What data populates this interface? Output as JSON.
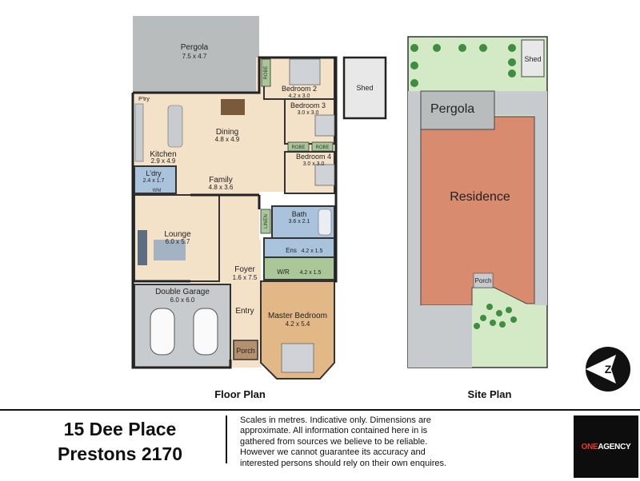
{
  "floor_plan": {
    "caption": "Floor Plan",
    "rooms": {
      "pergola": {
        "name": "Pergola",
        "dims": "7.5 x 4.7"
      },
      "bedroom2": {
        "name": "Bedroom 2",
        "dims": "4.2 x 3.0"
      },
      "bedroom3": {
        "name": "Bedroom 3",
        "dims": "3.0 x 3.0"
      },
      "bedroom4": {
        "name": "Bedroom 4",
        "dims": "3.0 x 3.0"
      },
      "pantry": {
        "name": "P'try"
      },
      "dining": {
        "name": "Dining",
        "dims": "4.8 x 4.9"
      },
      "kitchen": {
        "name": "Kitchen",
        "dims": "2.9 x 4.9"
      },
      "laundry": {
        "name": "L'dry",
        "dims": "2.4 x 1.7"
      },
      "family": {
        "name": "Family",
        "dims": "4.8 x 3.6"
      },
      "bath": {
        "name": "Bath",
        "dims": "3.6 x 2.1"
      },
      "ensuite": {
        "name": "Ens",
        "dims": "4.2 x 1.5"
      },
      "lounge": {
        "name": "Lounge",
        "dims": "6.0 x 5.7"
      },
      "foyer": {
        "name": "Foyer",
        "dims": "1.6 x 7.5"
      },
      "walkin": {
        "name": "W/R",
        "dims": "4.2 x 1.5"
      },
      "garage": {
        "name": "Double Garage",
        "dims": "6.0 x 6.0"
      },
      "entry": {
        "name": "Entry"
      },
      "master": {
        "name": "Master Bedroom",
        "dims": "4.2 x 5.4"
      },
      "porch": {
        "name": "Porch"
      },
      "shed": {
        "name": "Shed"
      }
    },
    "small_labels": {
      "robe": "ROBE",
      "linen": "LINEN",
      "wm": "WM"
    }
  },
  "site_plan": {
    "caption": "Site Plan",
    "pergola": "Pergola",
    "residence": "Residence",
    "shed": "Shed",
    "porch": "Porch"
  },
  "footer": {
    "address_line1": "15 Dee Place",
    "address_line2": "Prestons 2170",
    "disclaimer": "Scales in metres. Indicative only. Dimensions are approximate. All information contained here in is gathered from sources we believe to be reliable. However we cannot guarantee its accuracy and interested persons should rely on their own enquires.",
    "logo_one": "ONE",
    "logo_agency": "AGENCY"
  },
  "colors": {
    "floor": "#f3e1c8",
    "pergola": "#b9bcbd",
    "wet_area": "#aac3dc",
    "master_floor": "#e2b887",
    "robe": "#a9c799",
    "residence": "#d88b6e",
    "lawn": "#d4eac7",
    "paving": "#c8cbcd",
    "tree": "#3f8e3f"
  }
}
